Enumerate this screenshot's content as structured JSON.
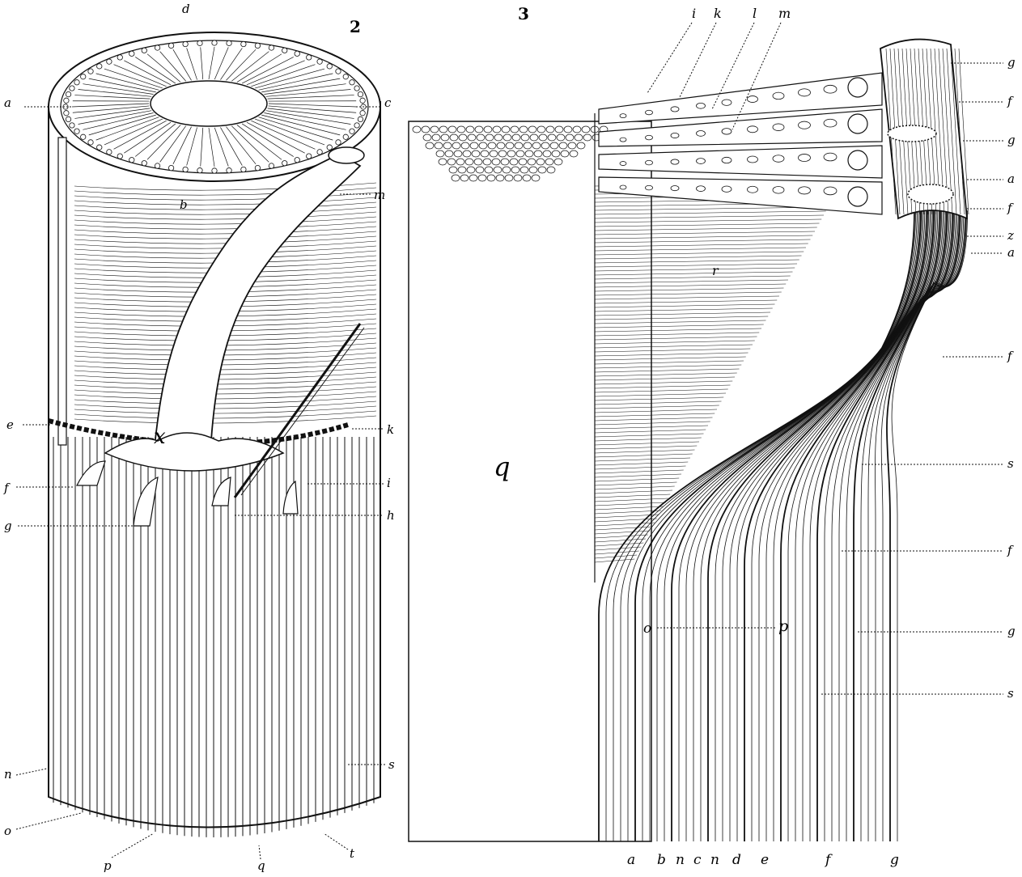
{
  "figures": [
    {
      "number": "2",
      "labels": [
        "d",
        "a",
        "c",
        "b",
        "m",
        "e",
        "k",
        "x",
        "f",
        "i",
        "g",
        "h",
        "n",
        "s",
        "o",
        "p",
        "q",
        "t"
      ]
    },
    {
      "number": "3",
      "top_labels": [
        "i",
        "k",
        "l",
        "m"
      ],
      "right_labels": [
        "g",
        "f",
        "g",
        "a",
        "f",
        "z",
        "a",
        "f",
        "s",
        "f",
        "g",
        "s"
      ],
      "bottom_labels": [
        "a",
        "b",
        "n",
        "c",
        "n",
        "d",
        "e",
        "f",
        "g"
      ],
      "inner_labels": [
        "q",
        "r",
        "o",
        "p"
      ]
    }
  ],
  "colors": {
    "ink": "#111111",
    "paper": "#ffffff"
  }
}
